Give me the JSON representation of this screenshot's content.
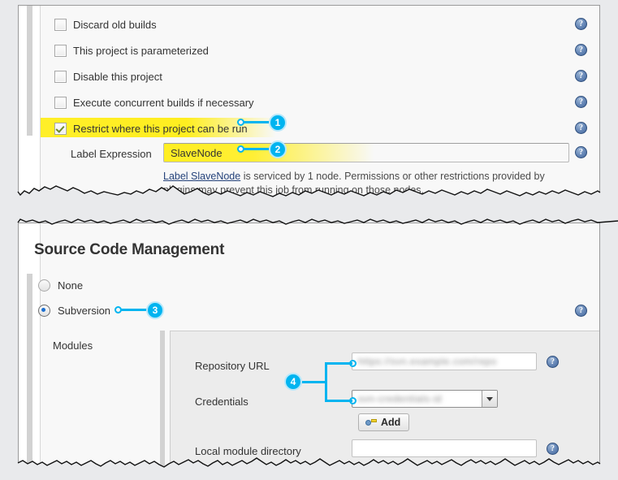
{
  "build_panel": {
    "checkboxes": [
      {
        "label": "Discard old builds",
        "checked": false
      },
      {
        "label": "This project is parameterized",
        "checked": false
      },
      {
        "label": "Disable this project",
        "checked": false
      },
      {
        "label": "Execute concurrent builds if necessary",
        "checked": false
      },
      {
        "label": "Restrict where this project can be run",
        "checked": true,
        "highlighted": true
      }
    ],
    "label_expression": {
      "label": "Label Expression",
      "value": "SlaveNode",
      "placeholder": ""
    },
    "help_note": {
      "link_text": "Label SlaveNode",
      "rest": " is serviced by 1 node. Permissions or other restrictions provided by plugins may prevent this job from running on those nodes."
    },
    "help_icon_label": "help-icon",
    "help_icon_count": 6
  },
  "scm_panel": {
    "title": "Source Code Management",
    "radios": [
      {
        "label": "None",
        "selected": false
      },
      {
        "label": "Subversion",
        "selected": true
      }
    ],
    "modules": {
      "label": "Modules",
      "fields": [
        {
          "label": "Repository URL",
          "value": "https://svn.example.com/repo",
          "redacted": true,
          "type": "text"
        },
        {
          "label": "Credentials",
          "value": "svn-credentials-id",
          "redacted": true,
          "type": "select"
        },
        {
          "label": "Local module directory",
          "value": "",
          "redacted": false,
          "type": "text"
        }
      ],
      "add_button": "Add"
    }
  },
  "callouts": [
    {
      "number": "1",
      "target": "restrict-where-checkbox"
    },
    {
      "number": "2",
      "target": "label-expression-field"
    },
    {
      "number": "3",
      "target": "subversion-radio"
    },
    {
      "number": "4",
      "target": "repository-credentials-fields"
    }
  ],
  "colors": {
    "accent": "#00b4f0",
    "highlight": "#ffee20",
    "help_icon": "#41659b",
    "page_bg": "#e9eaec",
    "panel_bg": "#f8f8f8"
  }
}
